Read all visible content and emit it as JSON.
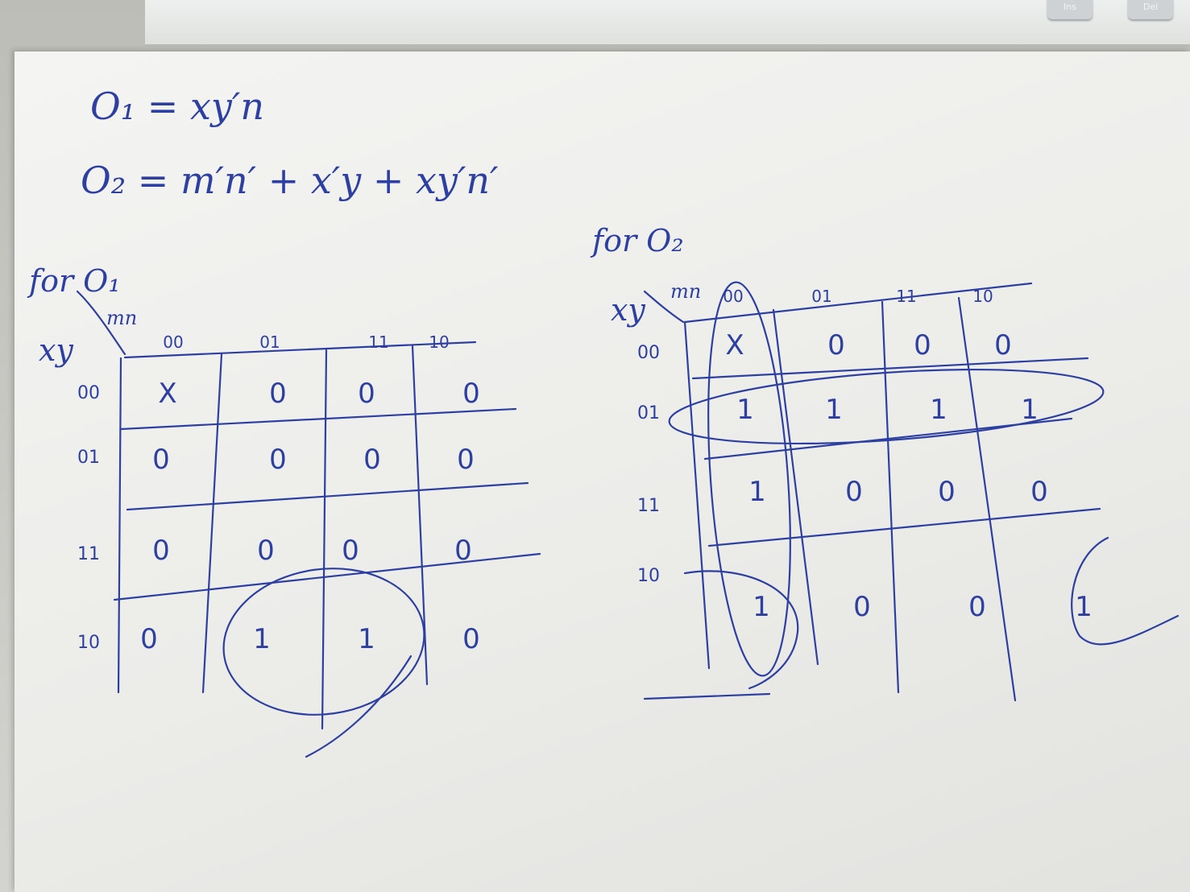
{
  "keyboard": {
    "keys": [
      "Ins",
      "Del"
    ]
  },
  "equations": {
    "o1": "O₁ = xy′n",
    "o2": "O₂ = m′n′ + x′y + xy′n′"
  },
  "kmap_o1": {
    "title": "for O₁",
    "row_var": "xy",
    "col_var": "mn",
    "col_labels": [
      "00",
      "01",
      "11",
      "10"
    ],
    "row_labels": [
      "00",
      "01",
      "11",
      "10"
    ],
    "cells": [
      [
        "X",
        "0",
        "0",
        "0"
      ],
      [
        "0",
        "0",
        "0",
        "0"
      ],
      [
        "0",
        "0",
        "0",
        "0"
      ],
      [
        "0",
        "1",
        "1",
        "0"
      ]
    ]
  },
  "kmap_o2": {
    "title": "for O₂",
    "row_var": "xy",
    "col_var": "mn",
    "col_labels": [
      "00",
      "01",
      "11",
      "10"
    ],
    "row_labels": [
      "00",
      "01",
      "11",
      "10"
    ],
    "cells": [
      [
        "X",
        "0",
        "0",
        "0"
      ],
      [
        "1",
        "1",
        "1",
        "1"
      ],
      [
        "1",
        "0",
        "0",
        "0"
      ],
      [
        "1",
        "0",
        "0",
        "1"
      ]
    ]
  }
}
